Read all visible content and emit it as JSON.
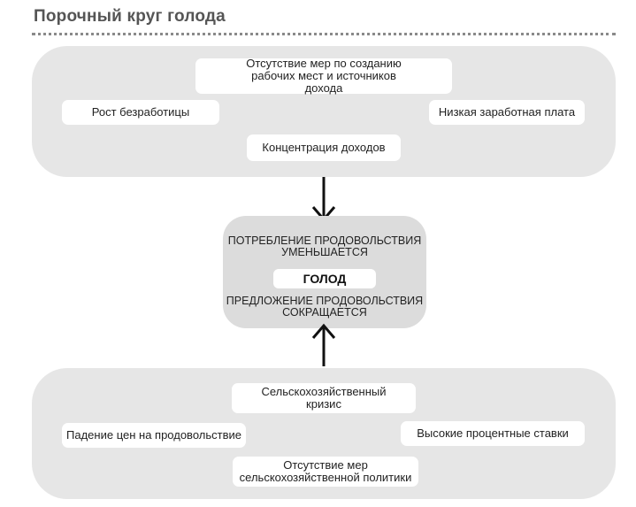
{
  "title": "Порочный круг голода",
  "top_panel": {
    "no_measures": "Отсутствие мер по созданию рабочих мест и источников дохода",
    "unemployment": "Рост безработицы",
    "low_wages": "Низкая заработная плата",
    "income_concentration": "Концентрация доходов"
  },
  "center": {
    "consumption": "ПОТРЕБЛЕНИЕ ПРОДОВОЛЬСТВИЯ УМЕНЬШАЕТСЯ",
    "hunger": "ГОЛОД",
    "supply": "ПРЕДЛОЖЕНИЕ ПРОДОВОЛЬСТВИЯ СОКРАЩАЕТСЯ"
  },
  "bottom_panel": {
    "agri_crisis": "Сельскохозяйственный кризис",
    "price_drop": "Падение цен на продовольствие",
    "high_rates": "Высокие процентные ставки",
    "no_policy": "Отсутствие мер сельскохозяйственной политики"
  },
  "colors": {
    "panel": "#e6e6e6",
    "center": "#dcdcdc",
    "title": "#555555"
  }
}
